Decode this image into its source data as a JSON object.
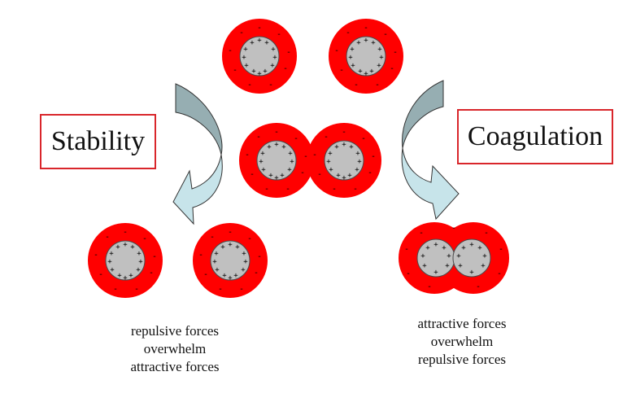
{
  "labels": {
    "stability": "Stability",
    "coagulation": "Coagulation"
  },
  "captions": {
    "stability": [
      "repulsive forces",
      "overwhelm",
      "attractive forces"
    ],
    "coagulation": [
      "attractive forces",
      "overwhelm",
      "repulsive forces"
    ]
  },
  "colors": {
    "double_layer": "#ff0000",
    "core": "#c0c0c0",
    "arrow_head": "#c7e4ea",
    "arrow_body": "#96aeb2",
    "box_border": "#d9262b"
  },
  "symbols": {
    "positive_charge": "+",
    "negative_charge": "-"
  }
}
